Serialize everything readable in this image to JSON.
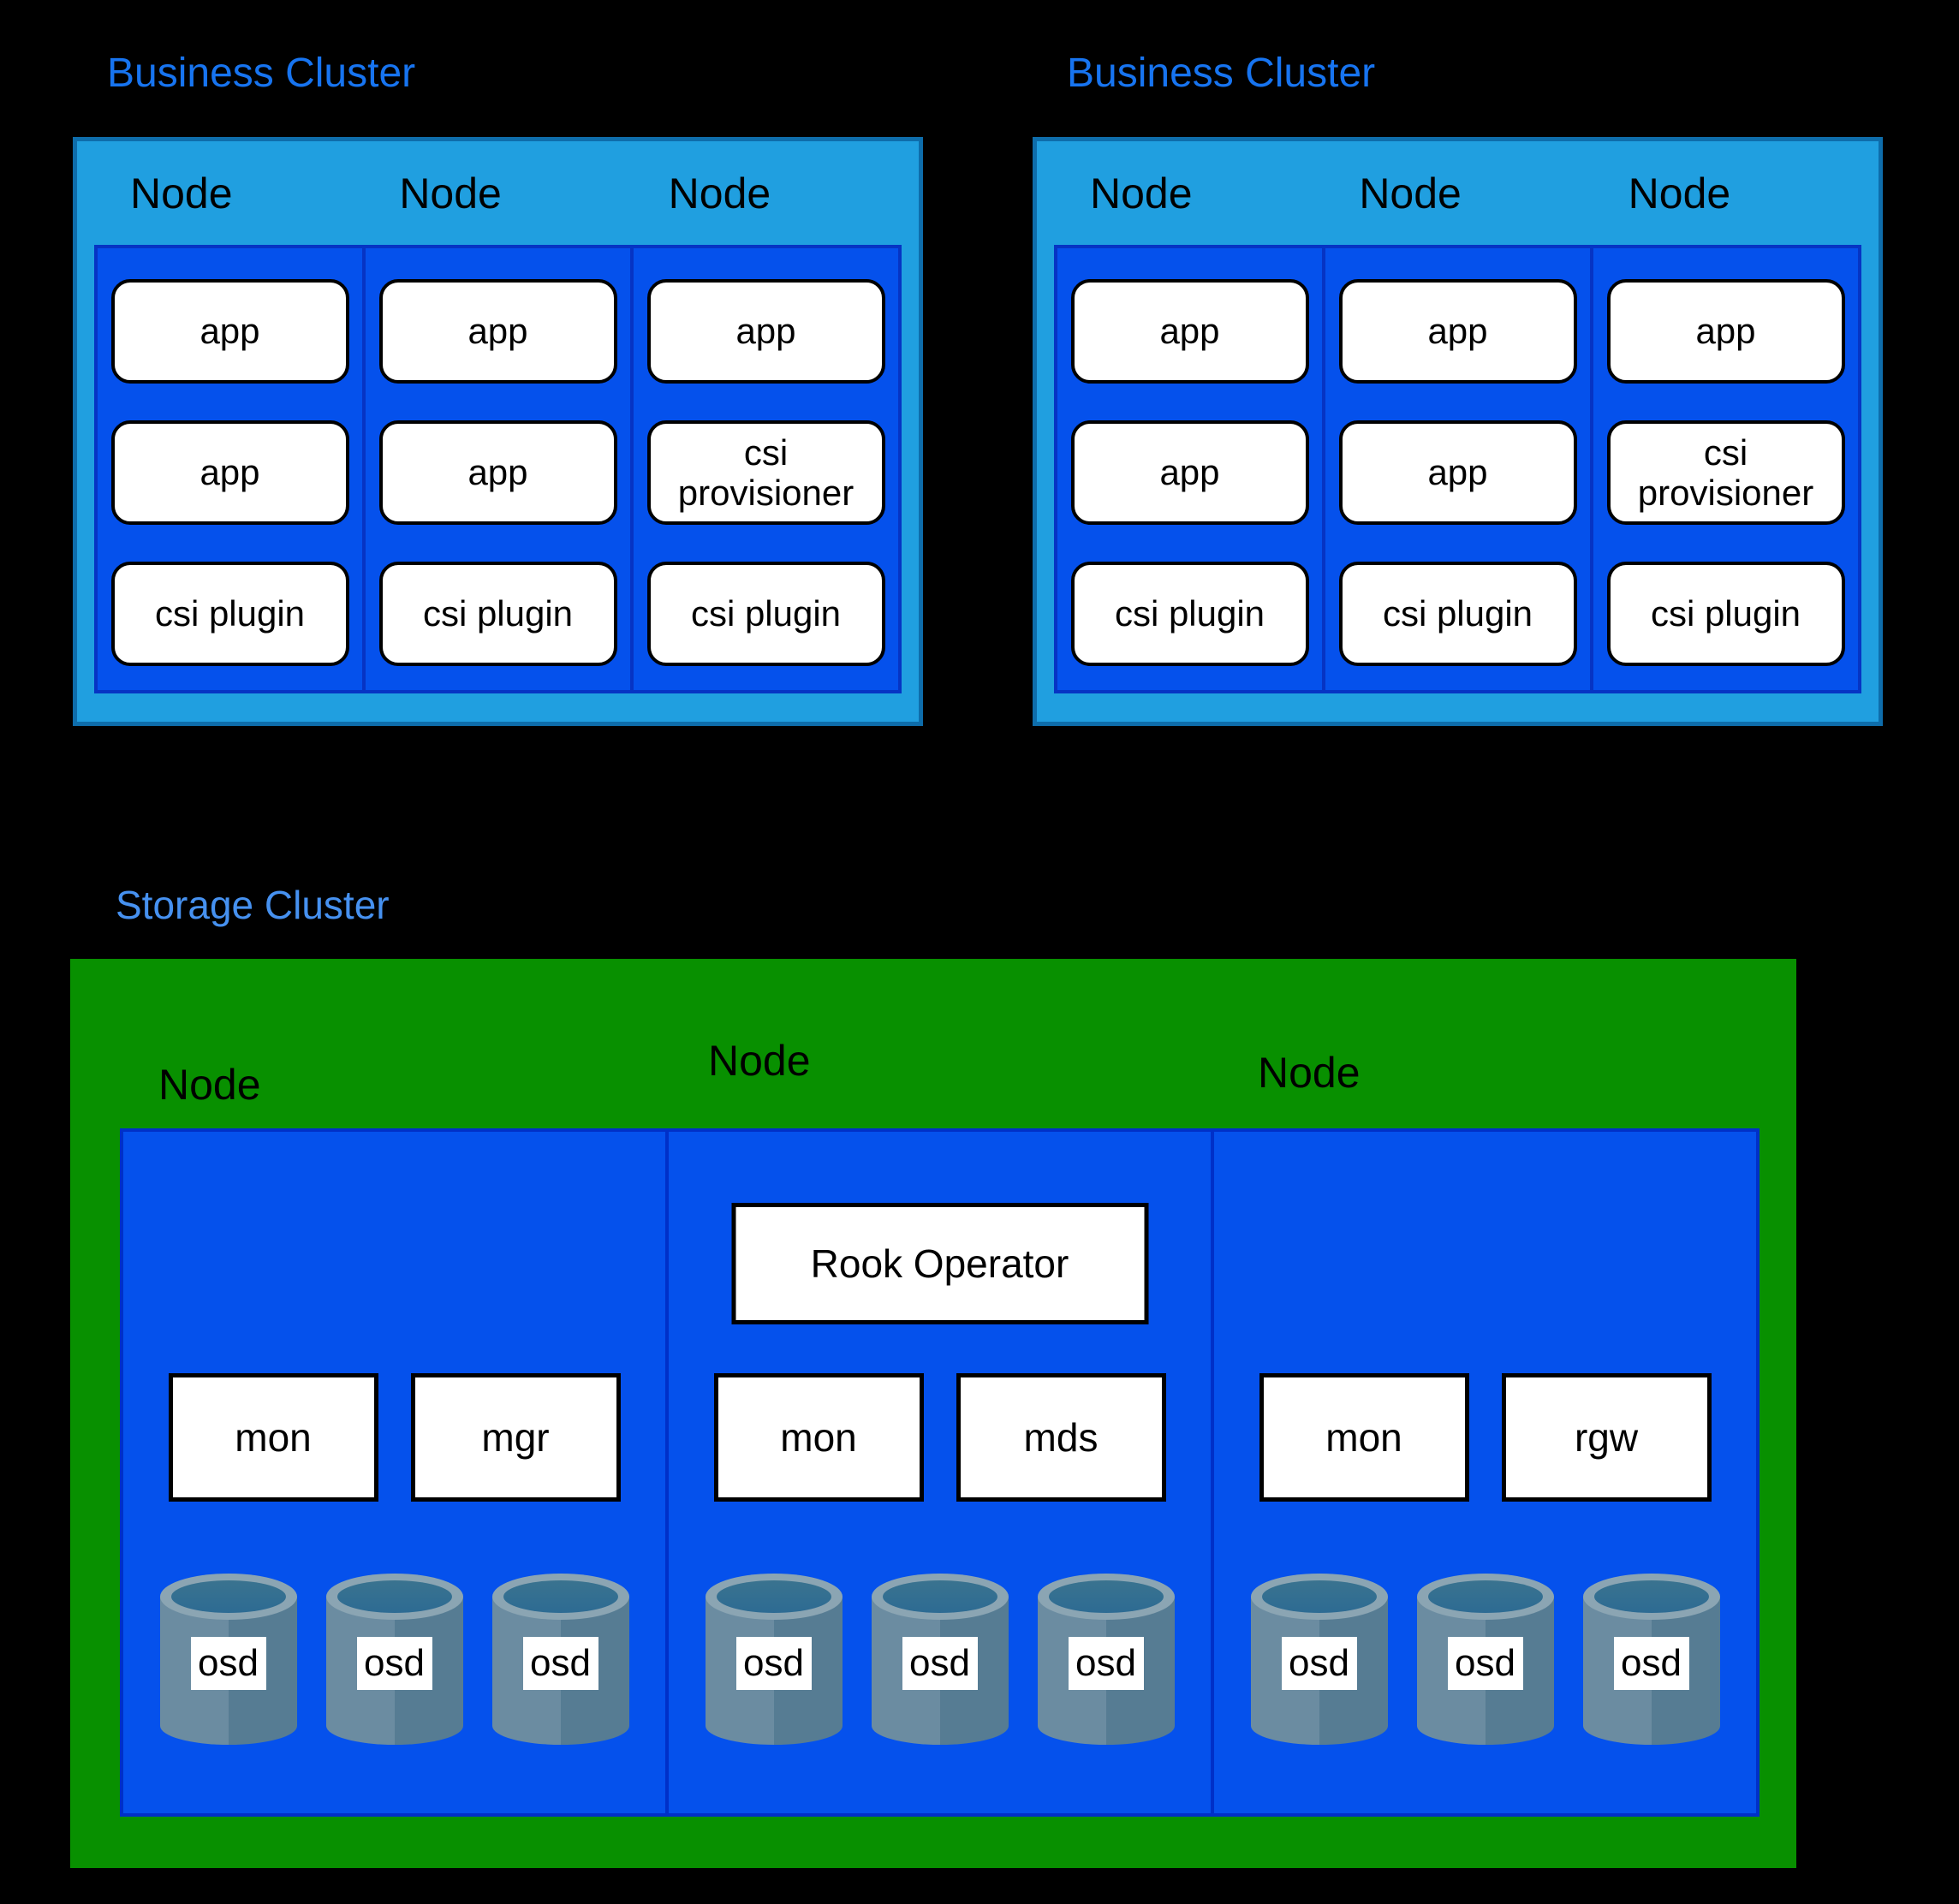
{
  "colors": {
    "background": "#000000",
    "business_title_blue": "#1774f0",
    "storage_title_blue": "#4691f0",
    "cluster_header_blue": "#209fe0",
    "cluster_header_border": "#0e6dab",
    "node_area_blue": "#0551ec",
    "node_area_border": "#0634c4",
    "storage_green": "#089000",
    "storage_inner_border": "#0030c8",
    "box_white": "#ffffff",
    "cylinder_body": "#6b8ca1",
    "cylinder_rim": "#8ba5b3"
  },
  "business_clusters": [
    {
      "title": "Business Cluster",
      "nodes": [
        {
          "label": "Node",
          "pods": [
            "app",
            "app",
            "csi plugin"
          ]
        },
        {
          "label": "Node",
          "pods": [
            "app",
            "app",
            "csi plugin"
          ]
        },
        {
          "label": "Node",
          "pods": [
            "app",
            "csi provisioner",
            "csi plugin"
          ]
        }
      ]
    },
    {
      "title": "Business Cluster",
      "nodes": [
        {
          "label": "Node",
          "pods": [
            "app",
            "app",
            "csi plugin"
          ]
        },
        {
          "label": "Node",
          "pods": [
            "app",
            "app",
            "csi plugin"
          ]
        },
        {
          "label": "Node",
          "pods": [
            "app",
            "csi provisioner",
            "csi plugin"
          ]
        }
      ]
    }
  ],
  "storage_cluster": {
    "title": "Storage Cluster",
    "nodes": [
      {
        "label": "Node",
        "daemons": [
          "mon",
          "mgr"
        ],
        "osds": [
          "osd",
          "osd",
          "osd"
        ]
      },
      {
        "label": "Node",
        "operator": "Rook Operator",
        "daemons": [
          "mon",
          "mds"
        ],
        "osds": [
          "osd",
          "osd",
          "osd"
        ]
      },
      {
        "label": "Node",
        "daemons": [
          "mon",
          "rgw"
        ],
        "osds": [
          "osd",
          "osd",
          "osd"
        ]
      }
    ]
  }
}
